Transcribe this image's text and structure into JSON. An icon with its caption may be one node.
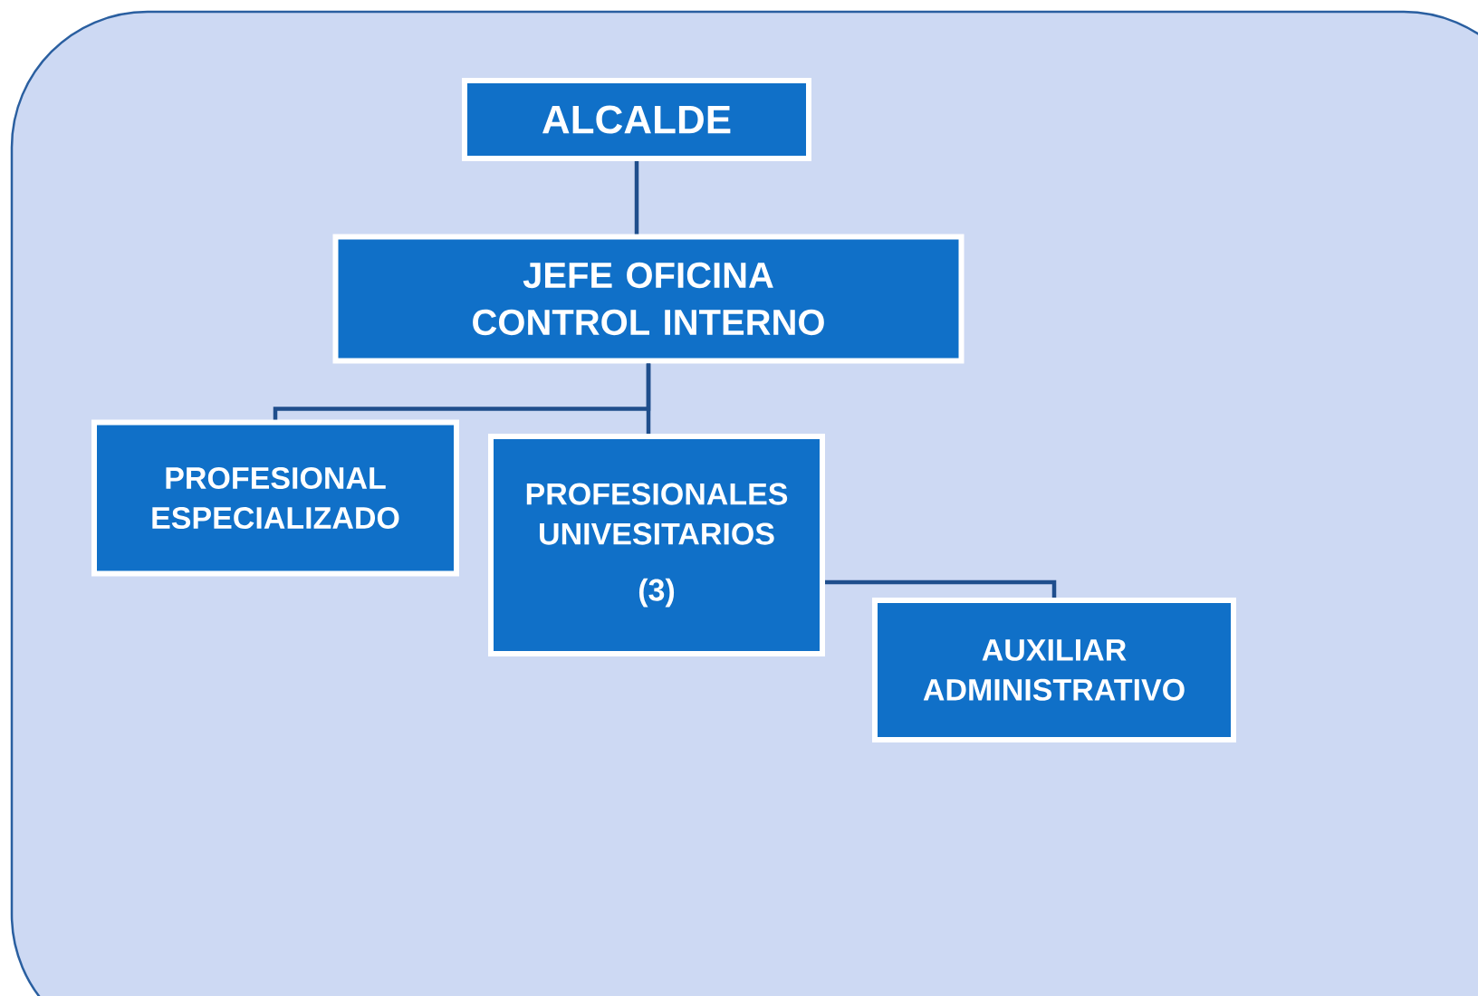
{
  "diagram": {
    "nodes": [
      {
        "text": [
          "ALCALDE"
        ]
      },
      {
        "text": [
          "JEFE OFICINA CONTROL INTERNO"
        ]
      },
      {
        "text": [
          "PROFESIONAL ESPECIALIZADO"
        ]
      },
      {
        "text": [
          "PROFESIONALES UNIVESITARIOS",
          "(3)"
        ]
      },
      {
        "text": [
          "AUXILIAR ADMINISTRATIVO"
        ]
      }
    ],
    "edges": [
      {
        "from": 0,
        "to": 1,
        "arrow": "none"
      },
      {
        "from": 1,
        "to": 2,
        "arrow": "none"
      },
      {
        "from": 1,
        "to": 3,
        "arrow": "none"
      },
      {
        "from": 3,
        "to": 4,
        "arrow": "none"
      }
    ]
  }
}
